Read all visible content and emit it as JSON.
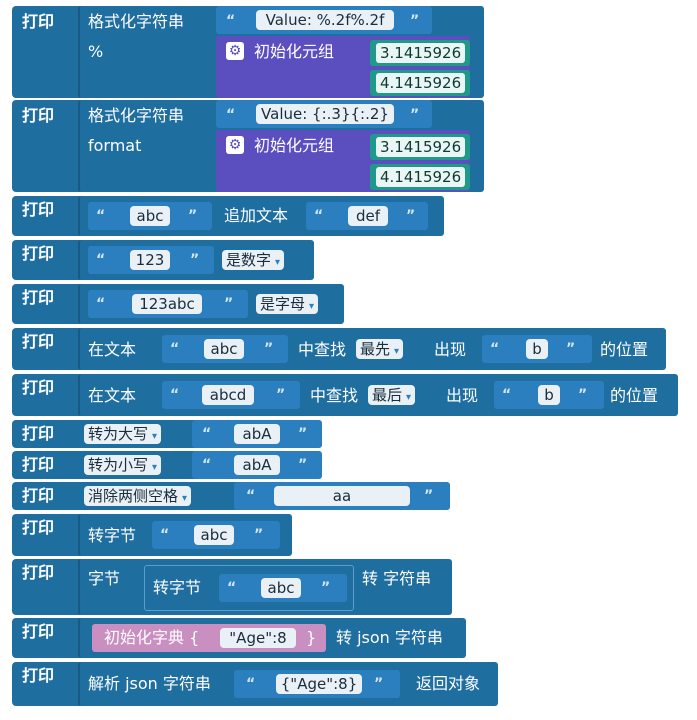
{
  "print_label": "打印",
  "blocks": {
    "b1": {
      "label1": "格式化字符串",
      "label2": "%",
      "fmt": "Value: %.2f%.2f",
      "tuple_label": "初始化元组",
      "v1": "3.1415926",
      "v2": "4.1415926"
    },
    "b2": {
      "label1": "格式化字符串",
      "label2": "format",
      "fmt": "Value: {:.3}{:.2}",
      "tuple_label": "初始化元组",
      "v1": "3.1415926",
      "v2": "4.1415926"
    },
    "b3": {
      "a": "abc",
      "op": "追加文本",
      "b": "def"
    },
    "b4": {
      "s": "123",
      "op": "是数字"
    },
    "b5": {
      "s": "123abc",
      "op": "是字母"
    },
    "b6": {
      "pre": "在文本",
      "s": "abc",
      "mid": "中查找",
      "opt": "最先",
      "appear": "出现",
      "t": "b",
      "post": "的位置"
    },
    "b7": {
      "pre": "在文本",
      "s": "abcd",
      "mid": "中查找",
      "opt": "最后",
      "appear": "出现",
      "t": "b",
      "post": "的位置"
    },
    "b8": {
      "opt": "转为大写",
      "s": "abA"
    },
    "b9": {
      "opt": "转为小写",
      "s": "abA"
    },
    "b10": {
      "opt": "消除两侧空格",
      "s": "aa"
    },
    "b11": {
      "op": "转字节",
      "s": "abc"
    },
    "b12": {
      "pre": "字节",
      "inner": "转字节",
      "s": "abc",
      "post": "转 字符串"
    },
    "b13": {
      "dict": "初始化字典 {",
      "kv": "\"Age\":8",
      "close": "}",
      "post": "转 json 字符串"
    },
    "b14": {
      "pre": "解析 json 字符串",
      "s": "{\"Age\":8}",
      "post": "返回对象"
    }
  },
  "quote_open": "“",
  "quote_close": "”",
  "dropdown_arrow": "▾",
  "icons": {
    "gear": "gear-icon"
  },
  "colors": {
    "print": "#1f6ea0",
    "text": "#2b7fbf",
    "tuple": "#5b4fbf",
    "number": "#1f9a8a",
    "dict": "#c98fc0"
  }
}
